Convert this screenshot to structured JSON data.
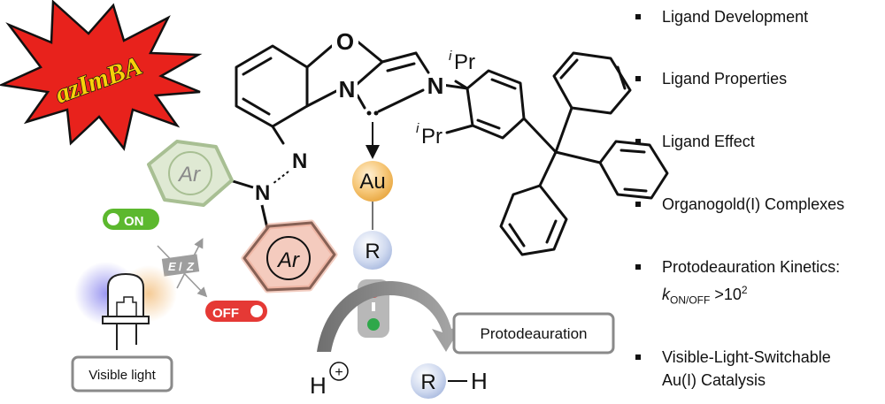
{
  "badge": {
    "text": "azImBA",
    "fill": "#e8221c",
    "text_color": "#f7d10a"
  },
  "atoms": {
    "O": "O",
    "N_left": "N",
    "N_right": "N",
    "ipr_top_sup": "i",
    "ipr_top": "Pr",
    "ipr_bottom_sup": "i",
    "ipr_bottom": "Pr",
    "N_azo1": "N",
    "N_azo2": "N",
    "Ar_top": "Ar",
    "Ar_bottom": "Ar",
    "Au": "Au",
    "R": "R",
    "R2": "R",
    "H": "H",
    "H_plus": "+"
  },
  "switch": {
    "on": "ON",
    "off": "OFF",
    "ez_e": "E",
    "ez_sep": "/",
    "ez_z": "Z",
    "on_color": "#5cb82e",
    "off_color": "#e53935"
  },
  "labels": {
    "visible_light": "Visible light",
    "protodeauration": "Protodeauration"
  },
  "bullets": {
    "b1": "Ligand Development",
    "b2": "Ligand Properties",
    "b3": "Ligand Effect",
    "b4": "Organogold(I) Complexes",
    "b5_line1": "Protodeauration Kinetics:",
    "b5_k": "k",
    "b5_sub": "ON/OFF",
    "b5_mid": " >10",
    "b5_sup": "2",
    "b6_line1": "Visible-Light-Switchable",
    "b6_line2": "Au(I) Catalysis"
  }
}
